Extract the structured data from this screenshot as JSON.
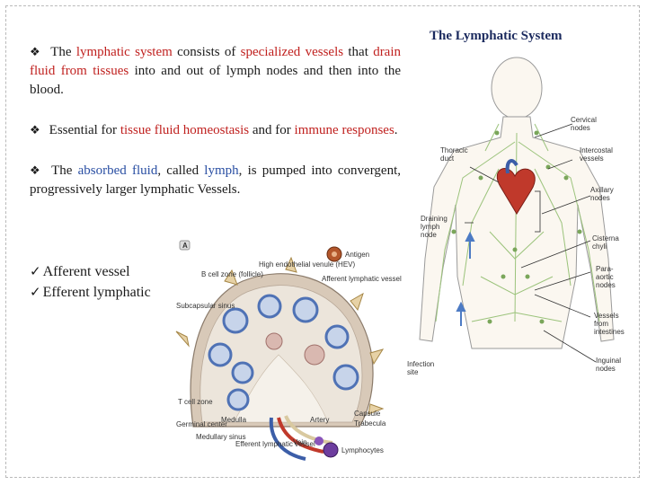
{
  "bullets": [
    {
      "parts": [
        {
          "text": "The ",
          "color": "normal"
        },
        {
          "text": "lymphatic system",
          "color": "red"
        },
        {
          "text": " consists of ",
          "color": "normal"
        },
        {
          "text": "specialized vessels",
          "color": "red"
        },
        {
          "text": " that ",
          "color": "normal"
        },
        {
          "text": "drain fluid from tissues",
          "color": "red"
        },
        {
          "text": " into and out of lymph nodes and then into the blood.",
          "color": "normal"
        }
      ]
    },
    {
      "parts": [
        {
          "text": "Essential for ",
          "color": "normal"
        },
        {
          "text": "tissue fluid homeostasis",
          "color": "red"
        },
        {
          "text": " and for ",
          "color": "normal"
        },
        {
          "text": "immune responses",
          "color": "red"
        },
        {
          "text": ".",
          "color": "normal"
        }
      ]
    },
    {
      "parts": [
        {
          "text": "The ",
          "color": "normal"
        },
        {
          "text": "absorbed fluid",
          "color": "blue"
        },
        {
          "text": ", called ",
          "color": "normal"
        },
        {
          "text": "lymph",
          "color": "blue"
        },
        {
          "text": ", is pumped into convergent, progressively larger lymphatic Vessels.",
          "color": "normal"
        }
      ]
    }
  ],
  "checklist": {
    "mark": "✓",
    "items": [
      "Afferent vessel",
      "Efferent lymphatic"
    ]
  },
  "body_figure": {
    "title": "The Lymphatic System",
    "labels": {
      "cervical": "Cervical nodes",
      "thoracic": "Thoracic duct",
      "intercostal": "Intercostal vessels",
      "axillary": "Axillary nodes",
      "draining": "Draining lymph node",
      "cisterna": "Cisterna chyli",
      "paraaortic": "Para- aortic nodes",
      "vessels_intestines": "Vessels from intestines",
      "infection": "Infection site",
      "inguinal": "Inguinal nodes"
    }
  },
  "node_figure": {
    "panel": "A",
    "labels": {
      "antigen": "Antigen",
      "hev": "High endothelial venule (HEV)",
      "bcell": "B cell zone (follicle)",
      "afferent": "Afferent lymphatic vessel",
      "subcapsular": "Subcapsular sinus",
      "tcell": "T cell zone",
      "germinal": "Germinal center",
      "medulla": "Medulla",
      "medullary": "Medullary sinus",
      "efferent": "Efferent lymphatic vessel",
      "vein": "Vein",
      "artery": "Artery",
      "capsule": "Capsule",
      "trabecula": "Trabecula",
      "lymphocytes": "Lymphocytes"
    }
  },
  "colors": {
    "red": "#c0211f",
    "blue": "#2a4fa3",
    "title": "#1b2a5e"
  }
}
